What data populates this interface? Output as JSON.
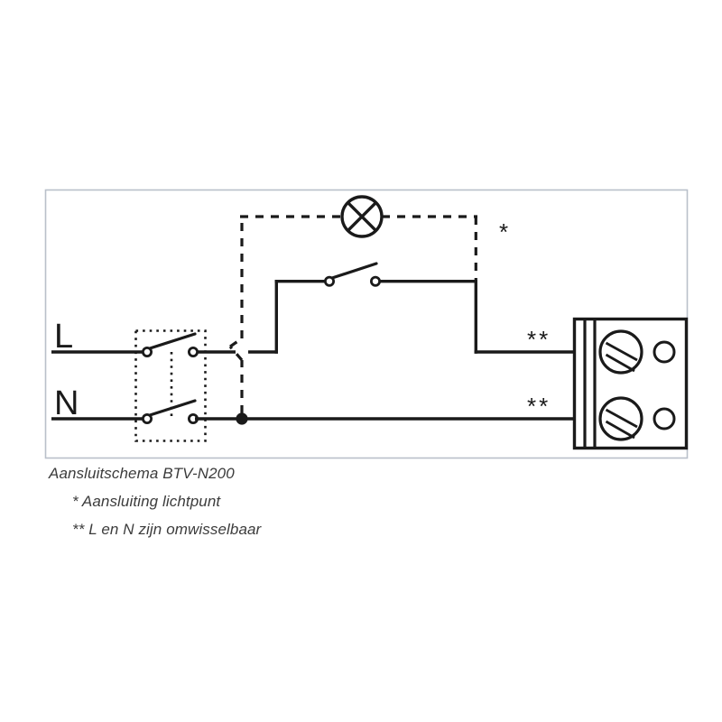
{
  "document": {
    "title": "Aansluitschema BTV-N200",
    "language": "nl"
  },
  "diagram": {
    "frame": {
      "border_color": "#b9c0ca",
      "background": "#ffffff"
    },
    "line_color": "#1a1a1a",
    "labels": {
      "live": "L",
      "neutral": "N",
      "lamp_marker": "*",
      "terminal_live_marker": "**",
      "terminal_neutral_marker": "**"
    },
    "components": [
      {
        "name": "double-pole-switch",
        "type": "switch",
        "poles": 2,
        "state": "open",
        "enclosure": "dotted-box"
      },
      {
        "name": "single-pole-switch",
        "type": "switch",
        "poles": 1,
        "state": "open"
      },
      {
        "name": "lamp",
        "type": "lamp",
        "symbol": "circle-with-cross"
      },
      {
        "name": "terminal-block",
        "type": "terminal-block",
        "terminals": 2,
        "screw_slots": 2
      }
    ],
    "wires": [
      {
        "name": "live-line",
        "style": "solid",
        "label": "L"
      },
      {
        "name": "neutral-line",
        "style": "solid",
        "label": "N"
      },
      {
        "name": "lamp-branch",
        "style": "dashed",
        "label": "*"
      },
      {
        "name": "switched-live",
        "style": "solid",
        "label": "**"
      }
    ]
  },
  "captions": {
    "title": "Aansluitschema BTV-N200",
    "note_lamp": "* Aansluiting lichtpunt",
    "note_swap": "** L en N zijn omwisselbaar"
  },
  "colors": {
    "ink": "#1a1a1a",
    "frame": "#b9c0ca",
    "text": "#3c3c3c"
  }
}
